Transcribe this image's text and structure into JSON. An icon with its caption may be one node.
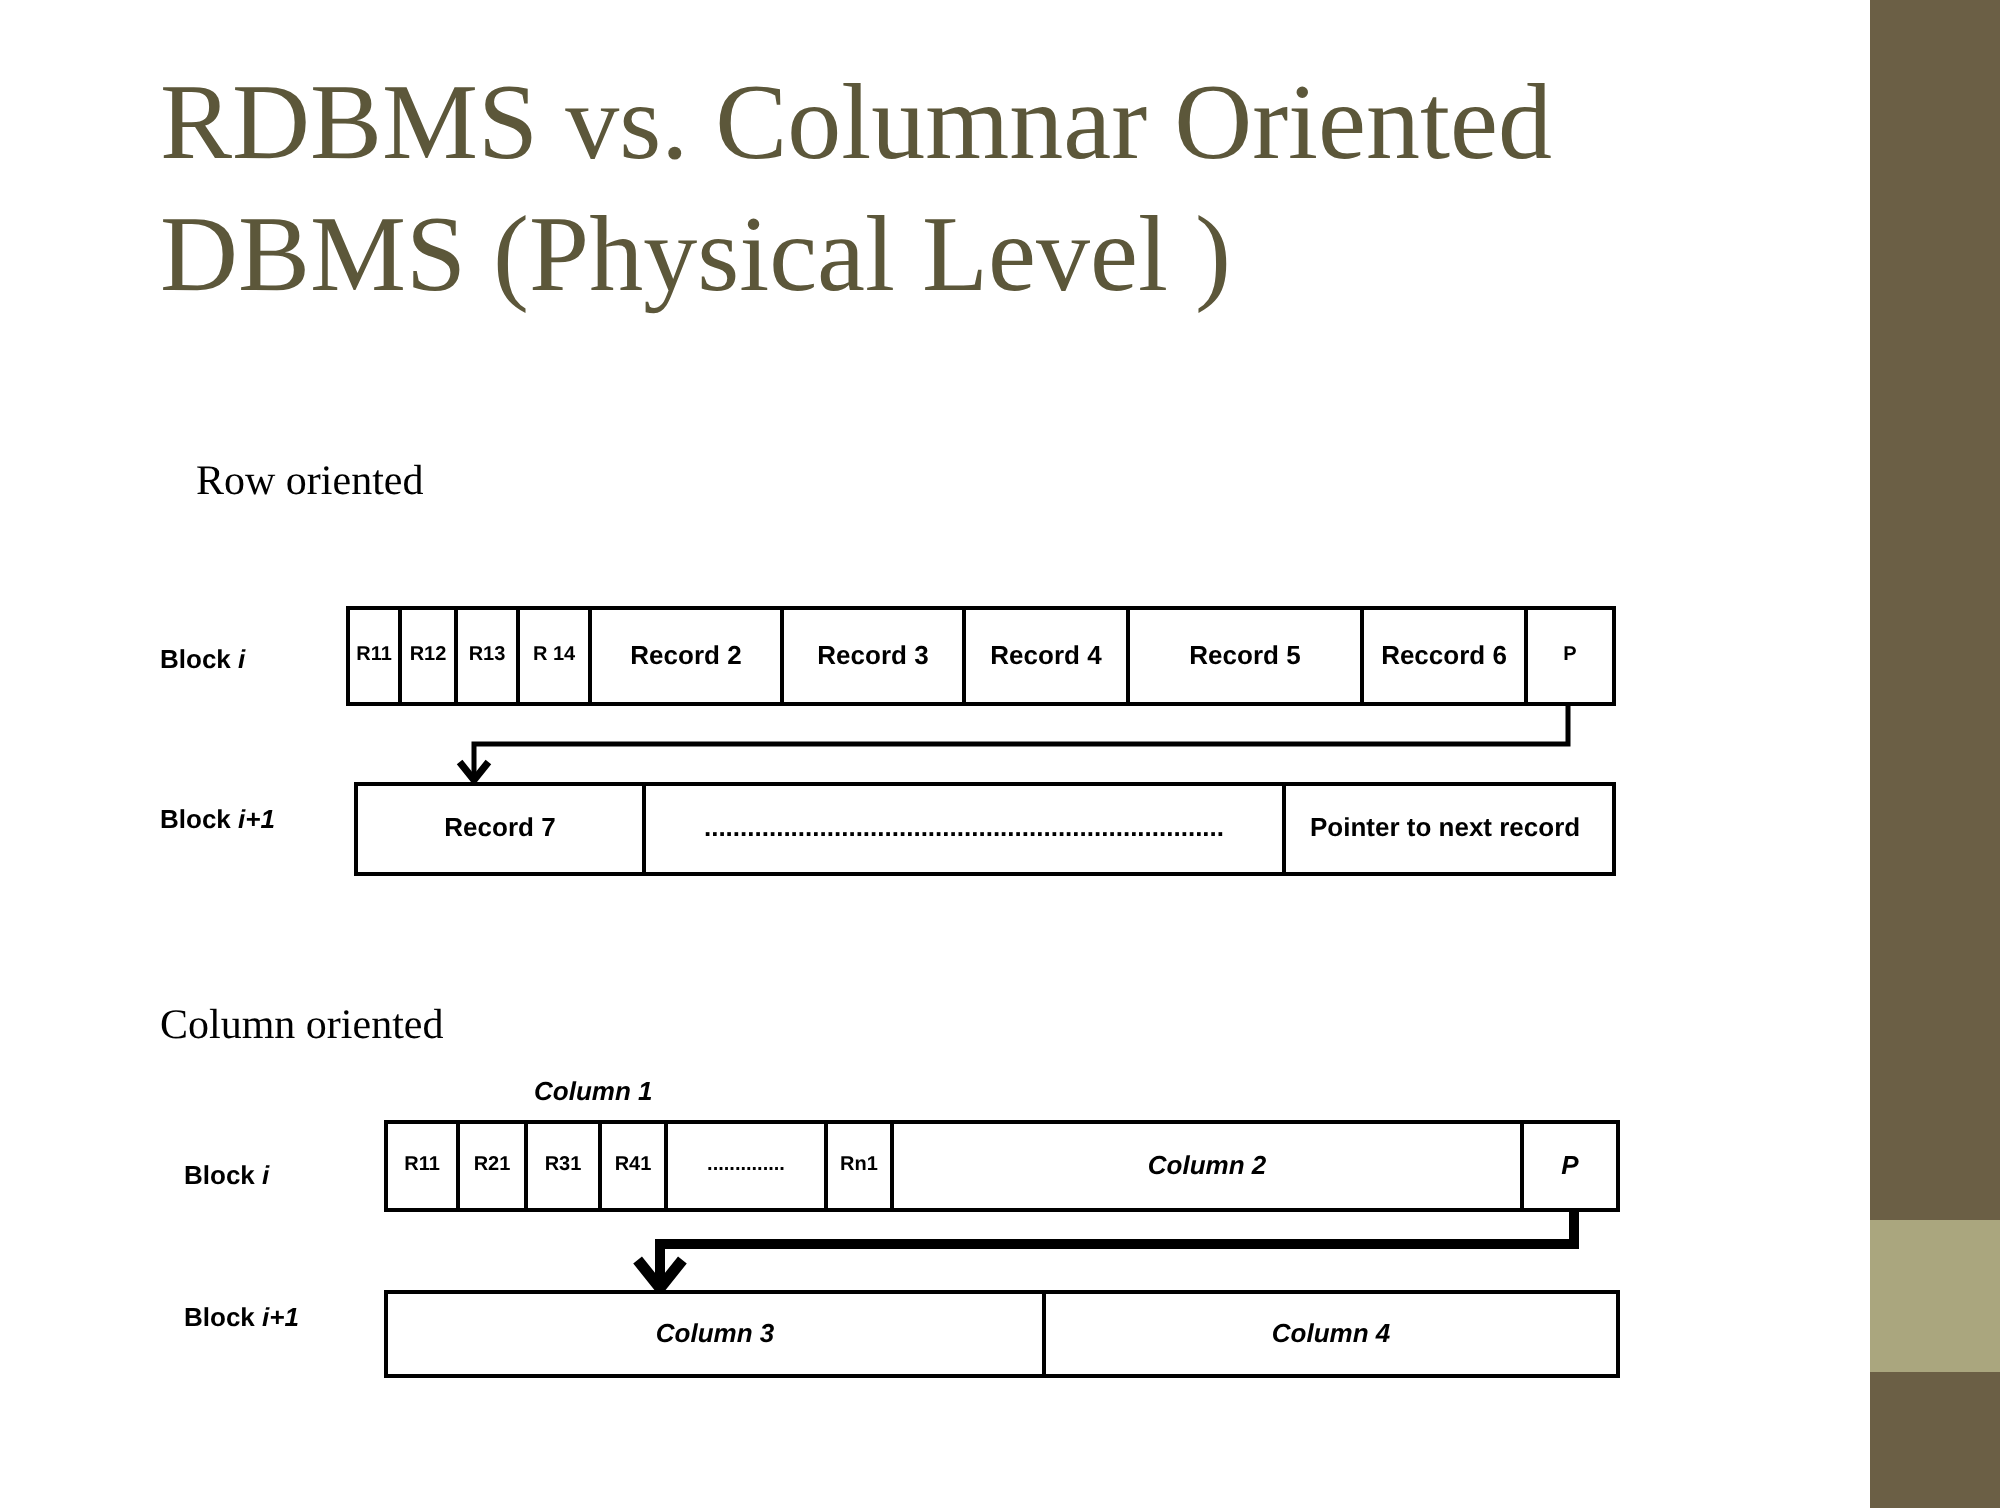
{
  "diagram": {
    "title": "RDBMS vs. Columnar Oriented DBMS (Physical Level )",
    "nodes": [
      {
        "text": [
          "R11"
        ]
      },
      {
        "text": [
          "R12"
        ]
      },
      {
        "text": [
          "R13"
        ]
      },
      {
        "text": [
          "R 14"
        ]
      },
      {
        "text": [
          "Record 2"
        ]
      },
      {
        "text": [
          "Record 3"
        ]
      },
      {
        "text": [
          "Record 4"
        ]
      },
      {
        "text": [
          "Record 5"
        ]
      },
      {
        "text": [
          "Reccord 6"
        ]
      },
      {
        "text": [
          "P"
        ]
      },
      {
        "text": [
          "Record 7"
        ]
      },
      {
        "text": [
          "........................................................................"
        ]
      },
      {
        "text": [
          "Pointer to next record"
        ]
      },
      {
        "text": [
          "R11"
        ]
      },
      {
        "text": [
          "R21"
        ]
      },
      {
        "text": [
          "R31"
        ]
      },
      {
        "text": [
          "R41"
        ]
      },
      {
        "text": [
          ".............."
        ]
      },
      {
        "text": [
          "Rn1"
        ]
      },
      {
        "text": [
          "Column 2"
        ]
      },
      {
        "text": [
          "P"
        ]
      },
      {
        "text": [
          "Column 3"
        ]
      },
      {
        "text": [
          "Column 4"
        ]
      }
    ],
    "edges": [
      {
        "from": 9,
        "to": 10,
        "arrow": "to"
      },
      {
        "from": 20,
        "to": 21,
        "arrow": "to",
        "style": "thick"
      }
    ],
    "labels": [
      "Row oriented",
      "Block *i*",
      "Block *i+1*",
      "Column oriented",
      "Column 1",
      "Block *i*",
      "Block *i+1*"
    ]
  }
}
